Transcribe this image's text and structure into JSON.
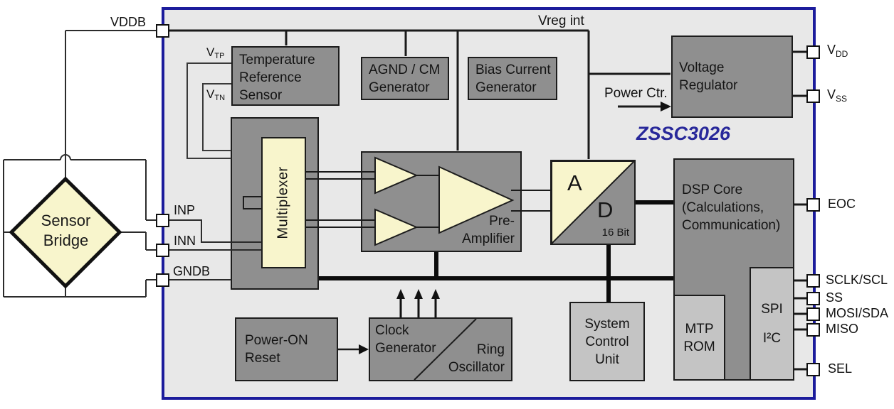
{
  "chip": {
    "name": "ZSSC3026",
    "vreg_label": "Vreg int",
    "power_ctr_label": "Power Ctr."
  },
  "sensor_bridge": {
    "l1": "Sensor",
    "l2": "Bridge"
  },
  "pins": {
    "vddb": "VDDB",
    "inp": "INP",
    "inn": "INN",
    "gndb": "GNDB",
    "vdd": {
      "main": "V",
      "sub": "DD"
    },
    "vss": {
      "main": "V",
      "sub": "SS"
    },
    "eoc": "EOC",
    "sclk": "SCLK/SCL",
    "ss": "SS",
    "mosi": "MOSI/SDA",
    "miso": "MISO",
    "sel": "SEL"
  },
  "internal_signals": {
    "vtp": {
      "main": "V",
      "sub": "TP"
    },
    "vtn": {
      "main": "V",
      "sub": "TN"
    }
  },
  "blocks": {
    "temp_sensor": {
      "l1": "Temperature",
      "l2": "Reference",
      "l3": "Sensor"
    },
    "agnd": {
      "l1": "AGND / CM",
      "l2": "Generator"
    },
    "bias": {
      "l1": "Bias Current",
      "l2": "Generator"
    },
    "vreg": {
      "l1": "Voltage",
      "l2": "Regulator"
    },
    "mux": {
      "label": "Multiplexer"
    },
    "preamp": {
      "l1": "Pre-",
      "l2": "Amplifier"
    },
    "adc": {
      "a": "A",
      "d": "D",
      "bits": "16 Bit"
    },
    "dsp": {
      "l1": "DSP Core",
      "l2": "(Calculations,",
      "l3": "Communication)"
    },
    "mtp": {
      "l1": "MTP",
      "l2": "ROM"
    },
    "spi": {
      "l1": "SPI",
      "l2": "I²C"
    },
    "scu": {
      "l1": "System",
      "l2": "Control",
      "l3": "Unit"
    },
    "por": {
      "l1": "Power-ON",
      "l2": "Reset"
    },
    "clk": {
      "tl1": "Clock",
      "tl2": "Generator",
      "br1": "Ring",
      "br2": "Oscillator"
    }
  },
  "colors": {
    "chip_border": "#1c1c9c",
    "chip_fill": "#e8e8e8",
    "block_dark": "#8f8f8f",
    "block_light": "#c4c4c4",
    "accent_yellow": "#f8f5cc",
    "brand_blue": "#28289a"
  }
}
